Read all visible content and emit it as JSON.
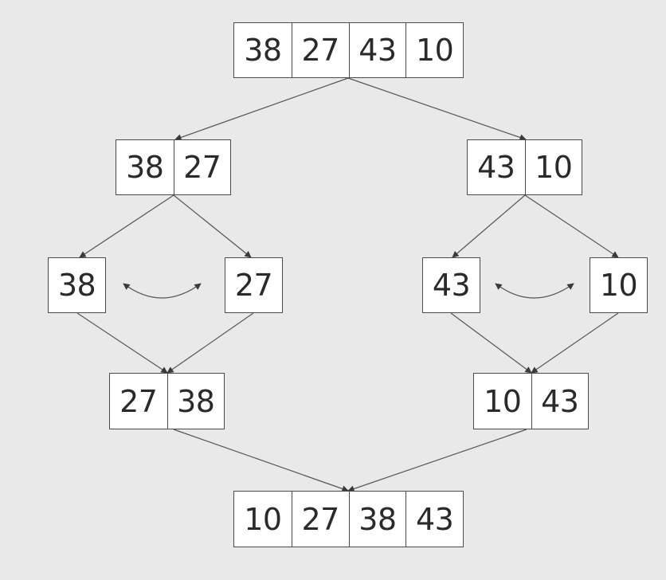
{
  "colors": {
    "background": "#e9e9e9",
    "box_fill": "#ffffff",
    "stroke": "#4a4a4a",
    "text": "#2a2a2a"
  },
  "arrays": {
    "root": [
      "38",
      "27",
      "43",
      "10"
    ],
    "l1_left": [
      "38",
      "27"
    ],
    "l1_right": [
      "43",
      "10"
    ],
    "l2_a": [
      "38"
    ],
    "l2_b": [
      "27"
    ],
    "l2_c": [
      "43"
    ],
    "l2_d": [
      "10"
    ],
    "l3_left": [
      "27",
      "38"
    ],
    "l3_right": [
      "10",
      "43"
    ],
    "result": [
      "10",
      "27",
      "38",
      "43"
    ]
  }
}
